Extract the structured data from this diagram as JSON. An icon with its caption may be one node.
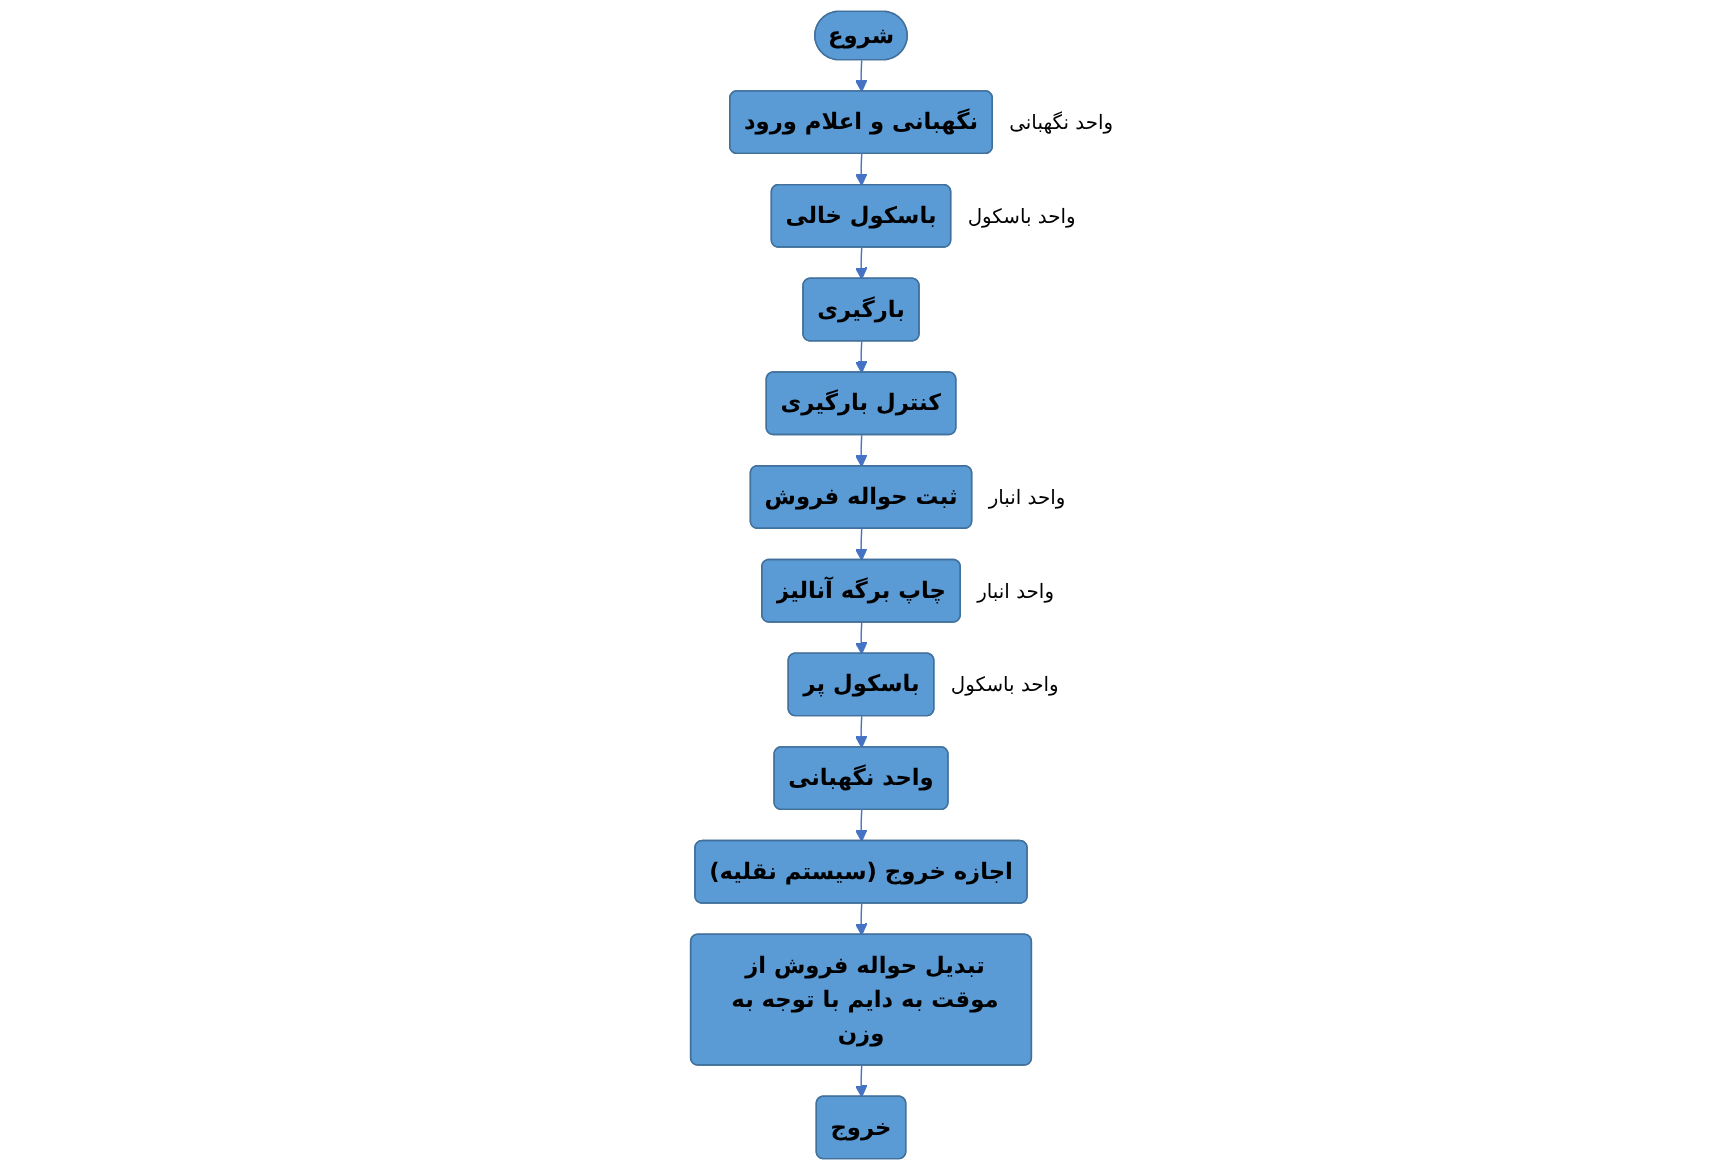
{
  "diagram": {
    "nodes": [
      {
        "text": [
          "شروع"
        ]
      },
      {
        "text": [
          "نگهبانی و اعلام ورود"
        ],
        "beside": [
          "واحد نگهبانی"
        ]
      },
      {
        "text": [
          "باسکول خالی"
        ],
        "beside": [
          "واحد باسکول"
        ]
      },
      {
        "text": [
          "بارگیری"
        ]
      },
      {
        "text": [
          "کنترل بارگیری"
        ]
      },
      {
        "text": [
          "ثبت حواله فروش"
        ],
        "beside": [
          "واحد انبار"
        ]
      },
      {
        "text": [
          "چاپ برگه آنالیز"
        ],
        "beside": [
          "واحد انبار"
        ]
      },
      {
        "text": [
          "باسکول پر"
        ],
        "beside": [
          "واحد باسکول"
        ]
      },
      {
        "text": [
          "واحد نگهبانی"
        ]
      },
      {
        "text": [
          "اجازه خروج (سیستم نقلیه)"
        ]
      },
      {
        "text": [
          "تبدیل حواله فروش از موقت به دایم با توجه به وزن"
        ]
      },
      {
        "text": [
          "خروج"
        ]
      }
    ],
    "edges": [
      {
        "from": 0,
        "to": 1,
        "arrow": "to"
      },
      {
        "from": 1,
        "to": 2,
        "arrow": "to"
      },
      {
        "from": 2,
        "to": 3,
        "arrow": "to"
      },
      {
        "from": 3,
        "to": 4,
        "arrow": "to"
      },
      {
        "from": 4,
        "to": 5,
        "arrow": "to"
      },
      {
        "from": 5,
        "to": 6,
        "arrow": "to"
      },
      {
        "from": 6,
        "to": 7,
        "arrow": "to"
      },
      {
        "from": 7,
        "to": 8,
        "arrow": "to"
      },
      {
        "from": 8,
        "to": 9,
        "arrow": "to"
      },
      {
        "from": 9,
        "to": 10,
        "arrow": "to"
      },
      {
        "from": 10,
        "to": 11,
        "arrow": "to"
      }
    ]
  }
}
